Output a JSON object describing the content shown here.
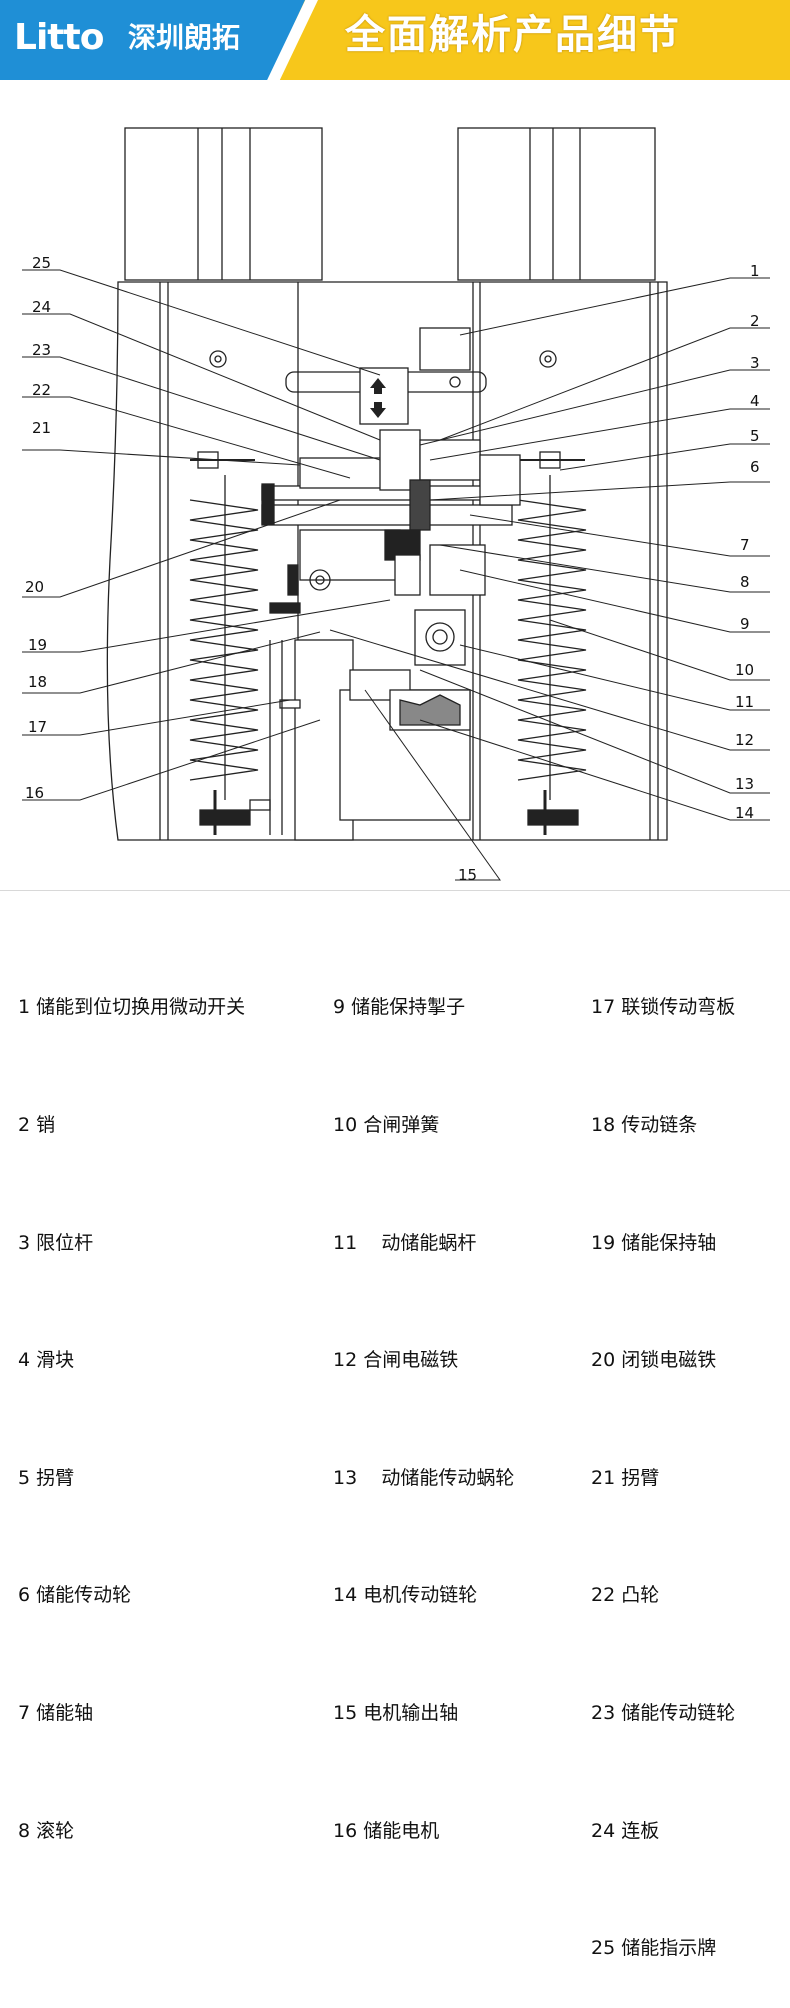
{
  "header": {
    "brand_logo": "Litto",
    "brand_name": "深圳朗拓",
    "title": "全面解析产品细节",
    "colors": {
      "blue": "#1f8fd6",
      "yellow": "#f7c71b"
    }
  },
  "diagram": {
    "callouts": [
      "1",
      "2",
      "3",
      "4",
      "5",
      "6",
      "7",
      "8",
      "9",
      "10",
      "11",
      "12",
      "13",
      "14",
      "15",
      "16",
      "17",
      "18",
      "19",
      "20",
      "21",
      "22",
      "23",
      "24",
      "25"
    ],
    "indicator_icons": [
      "arrow-up-icon",
      "arrow-down-icon"
    ]
  },
  "legend": {
    "column1": [
      "1 储能到位切换用微动开关",
      "2 销",
      "3 限位杆",
      "4 滑块",
      "5 拐臂",
      "6 储能传动轮",
      "7 储能轴",
      "8 滚轮"
    ],
    "column2": [
      "9 储能保持掣子",
      "10 合闸弹簧",
      "11    动储能蜗杆",
      "12 合闸电磁铁",
      "13    动储能传动蜗轮",
      "14 电机传动链轮",
      "15 电机输出轴",
      "16 储能电机"
    ],
    "column3": [
      "17 联锁传动弯板",
      "18 传动链条",
      "19 储能保持轴",
      "20 闭锁电磁铁",
      "21 拐臂",
      "22 凸轮",
      "23 储能传动链轮",
      "24 连板",
      "25 储能指示牌"
    ]
  }
}
